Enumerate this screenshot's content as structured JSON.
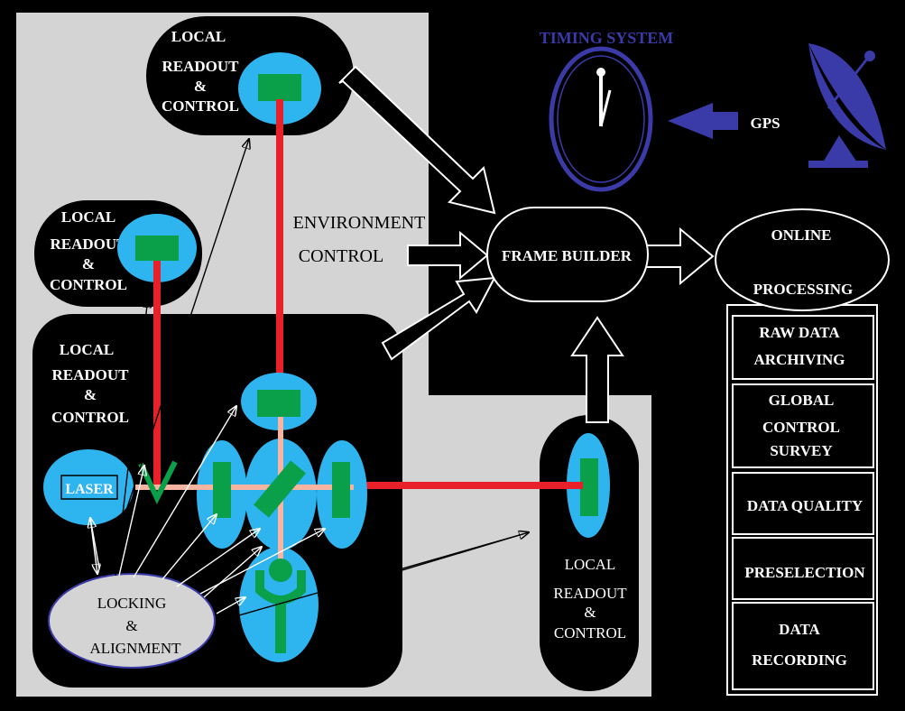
{
  "labels": {
    "timing_system": "TIMING SYSTEM",
    "gps": "GPS",
    "environment_line1": "ENVIRONMENT",
    "environment_line2": "CONTROL",
    "frame_builder": "FRAME BUILDER",
    "online_line1": "ONLINE",
    "online_line2": "PROCESSING",
    "laser": "LASER",
    "locking_line1": "LOCKING",
    "locking_line2": "&",
    "locking_line3": "ALIGNMENT",
    "local_line1": "LOCAL",
    "local_line2": "READOUT",
    "local_line3": "&",
    "local_line4": "CONTROL"
  },
  "pipeline": [
    {
      "line1": "RAW DATA",
      "line2": "ARCHIVING"
    },
    {
      "line1": "GLOBAL",
      "line2": "CONTROL",
      "line3": "SURVEY"
    },
    {
      "line1": "DATA QUALITY"
    },
    {
      "line1": "PRESELECTION"
    },
    {
      "line1": "DATA",
      "line2": "RECORDING"
    }
  ],
  "colors": {
    "background": "#000000",
    "panel": "#d4d4d4",
    "node": "#2eb4ee",
    "component": "#0aa04a",
    "beam_main": "#e8202a",
    "beam_inner": "#f7b4a0",
    "clock": "#3a3aa8",
    "text": "#ffffff"
  }
}
